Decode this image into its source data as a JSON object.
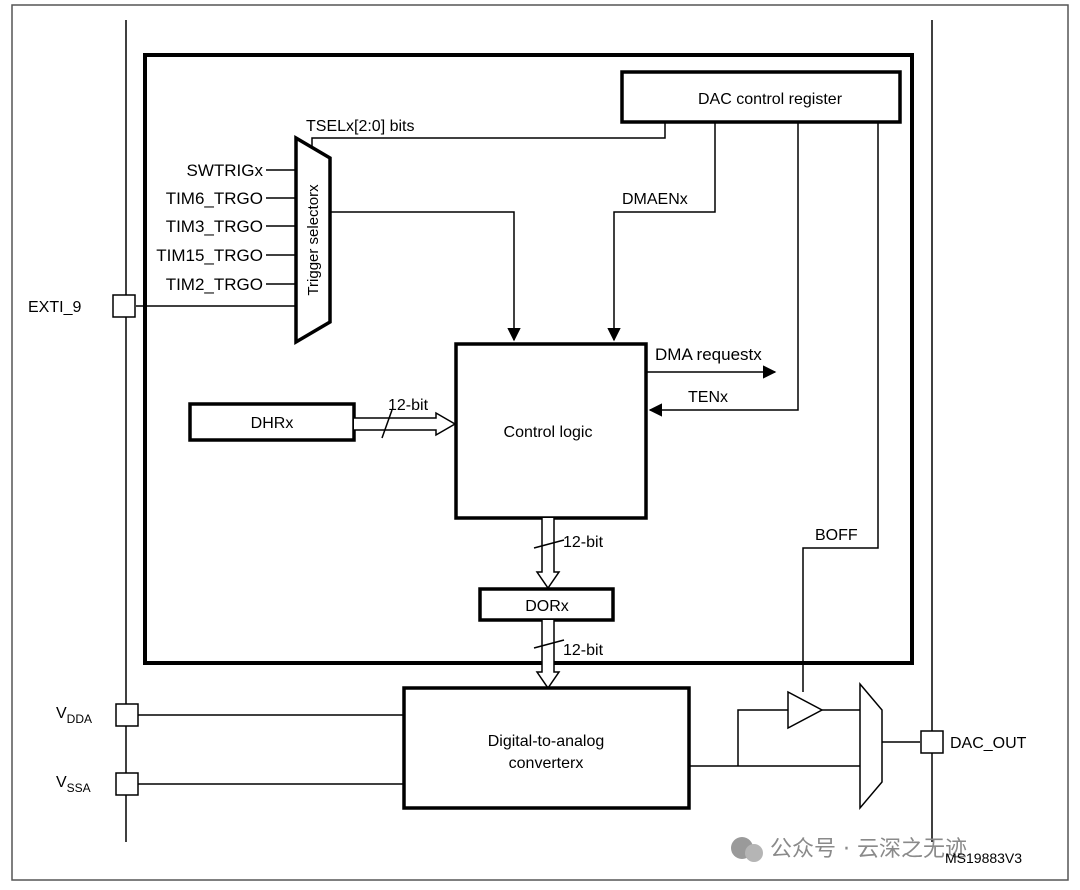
{
  "diagram": {
    "blocks": {
      "dac_control_register": "DAC control register",
      "control_logic": "Control logic",
      "dhrx": "DHRx",
      "dorx": "DORx",
      "dac_line1": "Digital-to-analog",
      "dac_line2": "converterx",
      "trigger_selector": "Trigger selectorx"
    },
    "trigger_inputs": [
      "SWTRIGx",
      "TIM6_TRGO",
      "TIM3_TRGO",
      "TIM15_TRGO",
      "TIM2_TRGO"
    ],
    "signals": {
      "tsel": "TSELx[2:0] bits",
      "dmaen": "DMAENx",
      "dma_request": "DMA requestx",
      "ten": "TENx",
      "boff": "BOFF",
      "bus_dhr": "12-bit",
      "bus_ctrl": "12-bit",
      "bus_dor": "12-bit"
    },
    "pins": {
      "exti": "EXTI_9",
      "vdda_main": "V",
      "vdda_sub": "DDA",
      "vssa_main": "V",
      "vssa_sub": "SSA",
      "dac_out": "DAC_OUT"
    },
    "figure_id": "MS19883V3",
    "watermark": "公众号 · 云深之无迹"
  }
}
